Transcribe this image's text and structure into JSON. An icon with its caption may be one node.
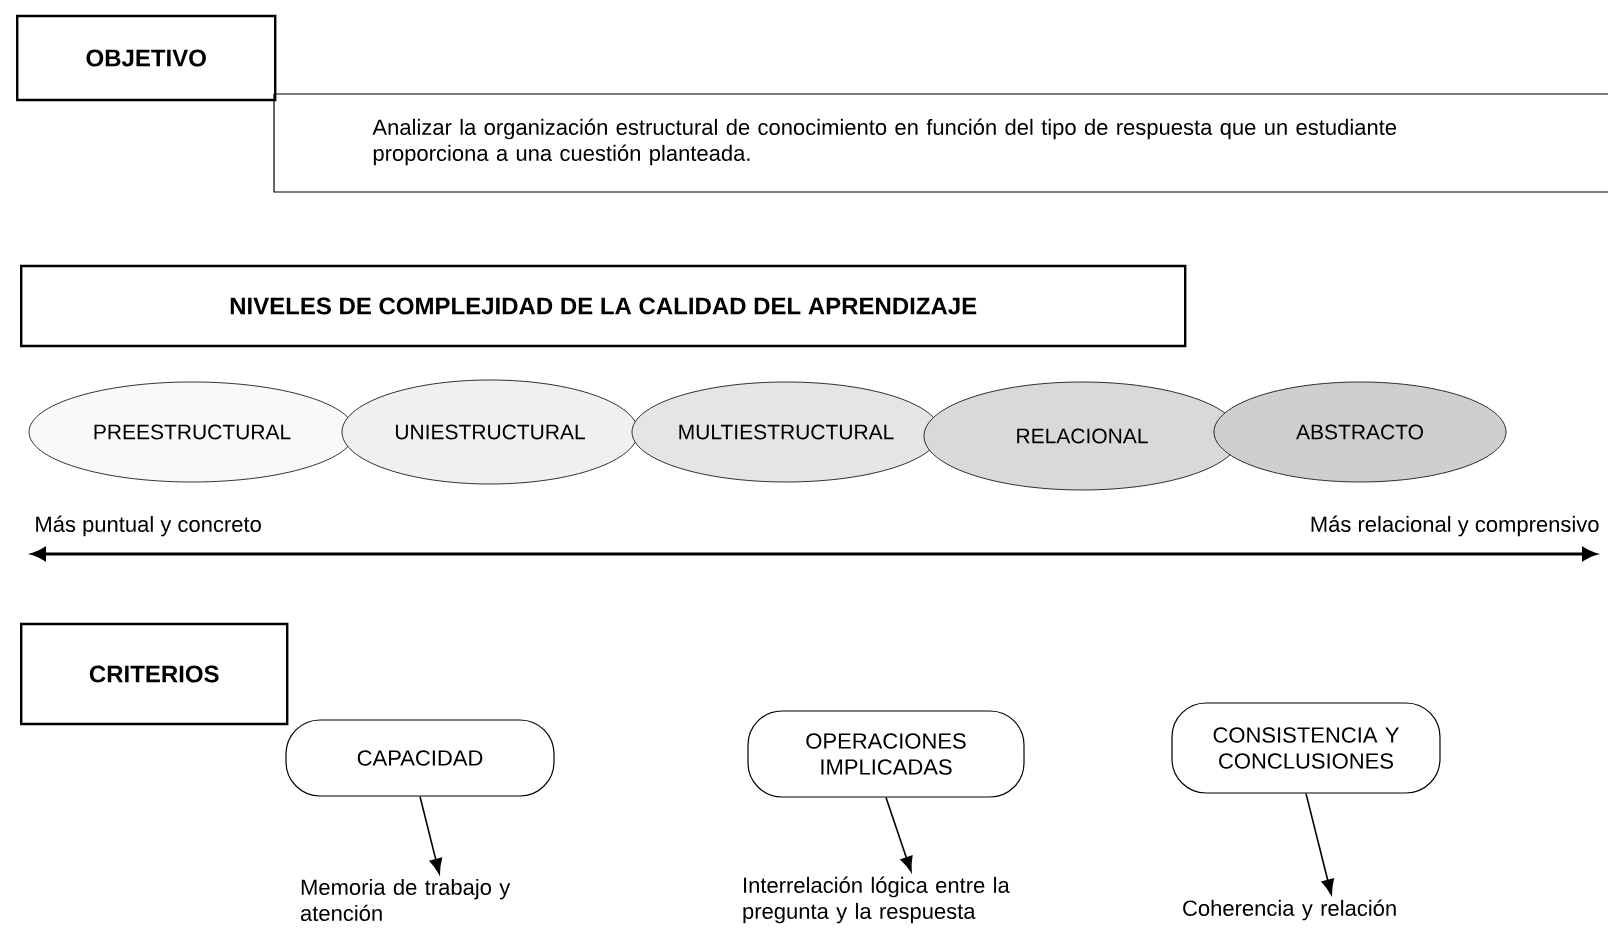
{
  "diagram": {
    "nodes": [
      {
        "text": [
          "OBJETIVO"
        ]
      },
      {
        "text": [
          "Analizar la organización estructural de conocimiento en función del tipo de respuesta que un estudiante proporciona a una cuestión planteada."
        ]
      },
      {
        "text": [
          "NIVELES DE COMPLEJIDAD DE LA CALIDAD DEL APRENDIZAJE"
        ]
      },
      {
        "text": [
          "PREESTRUCTURAL"
        ]
      },
      {
        "text": [
          "UNIESTRUCTURAL"
        ]
      },
      {
        "text": [
          "MULTIESTRUCTURAL"
        ]
      },
      {
        "text": [
          "RELACIONAL"
        ]
      },
      {
        "text": [
          "ABSTRACTO"
        ]
      },
      {
        "text": [
          "CRITERIOS"
        ]
      },
      {
        "text": [
          "CAPACIDAD"
        ]
      },
      {
        "text": [
          "Memoria de trabajo y atención"
        ]
      },
      {
        "text": [
          "OPERACIONES IMPLICADAS"
        ]
      },
      {
        "text": [
          "Interrelación lógica entre la pregunta y la respuesta"
        ]
      },
      {
        "text": [
          "CONSISTENCIA Y CONCLUSIONES"
        ]
      },
      {
        "text": [
          "Coherencia y relación"
        ]
      }
    ],
    "edges": [
      {
        "from": 9,
        "to": 10,
        "arrow": "to"
      },
      {
        "from": 11,
        "to": 12,
        "arrow": "to"
      },
      {
        "from": 13,
        "to": 14,
        "arrow": "to"
      }
    ],
    "labels": [
      "Más puntual y concreto",
      "Más relacional y comprensivo"
    ]
  }
}
